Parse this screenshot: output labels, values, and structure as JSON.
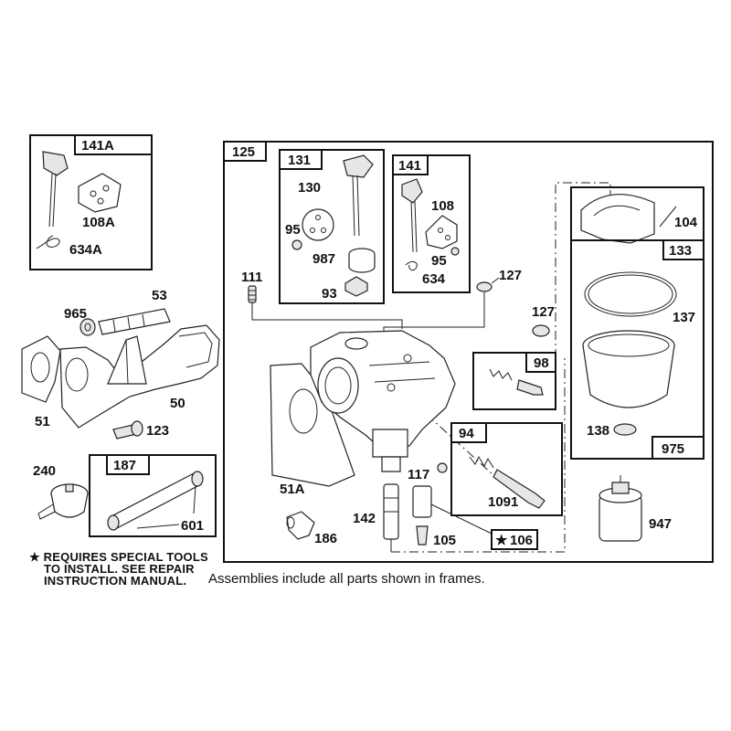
{
  "frames": {
    "f141A": "141A",
    "f125": "125",
    "f131": "131",
    "f141": "141",
    "f133": "133",
    "f975": "975",
    "f98": "98",
    "f94": "94",
    "f187": "187",
    "f106": "106"
  },
  "labels": {
    "p108A": "108A",
    "p634A": "634A",
    "p130": "130",
    "p95a": "95",
    "p987": "987",
    "p93": "93",
    "p108": "108",
    "p95b": "95",
    "p634": "634",
    "p111": "111",
    "p127a": "127",
    "p127b": "127",
    "p104": "104",
    "p137": "137",
    "p138": "138",
    "p53": "53",
    "p965": "965",
    "p50": "50",
    "p51": "51",
    "p123": "123",
    "p51A": "51A",
    "p117": "117",
    "p1091": "1091",
    "p240": "240",
    "p601": "601",
    "p142": "142",
    "p186": "186",
    "p105": "105",
    "p947": "947"
  },
  "star_symbol": "★",
  "note": {
    "line1": "REQUIRES SPECIAL TOOLS",
    "line2": "TO INSTALL.  SEE REPAIR",
    "line3": "INSTRUCTION MANUAL."
  },
  "caption": "Assemblies include all parts shown in frames."
}
